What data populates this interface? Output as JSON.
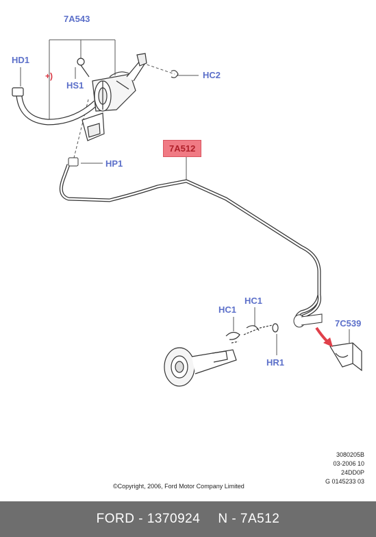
{
  "callouts": {
    "7A543": "7A543",
    "HD1": "HD1",
    "HS1": "HS1",
    "HC2": "HC2",
    "HP1": "HP1",
    "7A512": "7A512",
    "HC1a": "HC1",
    "HC1b": "HC1",
    "7C539": "7C539",
    "HR1": "HR1",
    "plus_marker": "+)"
  },
  "ref_codes": [
    "3080205B",
    "03-2006 10",
    "24DD0P",
    "G 0145233 03"
  ],
  "copyright": "©Copyright, 2006, Ford Motor Company Limited",
  "footer": {
    "brand_part": "FORD - 1370924",
    "ref_part": "N - 7A512"
  },
  "colors": {
    "callout_text": "#5b6fc9",
    "highlight_fill": "#f07a84",
    "highlight_text": "#b0202a",
    "arrow": "#e0404a",
    "footer_bg": "#6e6e6e"
  }
}
